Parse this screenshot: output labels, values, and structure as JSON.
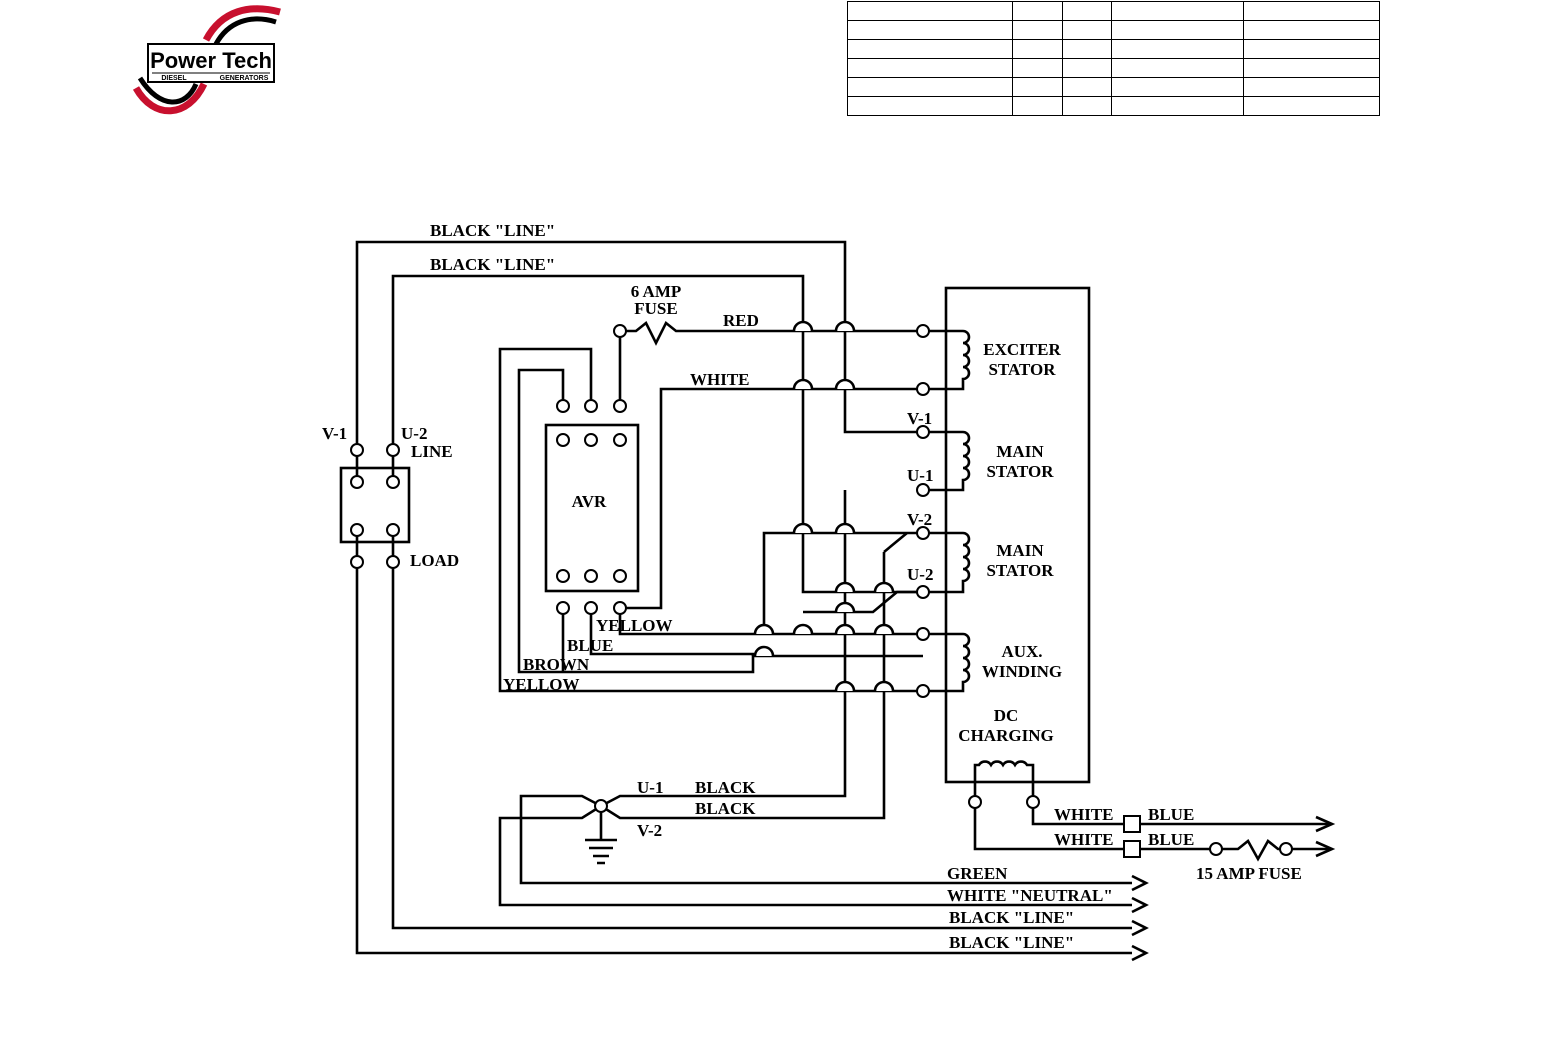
{
  "logo": {
    "brand": "Power Tech",
    "tagline_left": "DIESEL",
    "tagline_right": "GENERATORS",
    "colors": {
      "red": "#c8102e",
      "black": "#000000"
    }
  },
  "info_table": {
    "rows": 6,
    "cols": 5,
    "cells_empty": true
  },
  "diagram": {
    "wire_labels": {
      "black_line_top": "BLACK \"LINE\"",
      "black_line_top2": "BLACK \"LINE\"",
      "fuse_6_line1": "6 AMP",
      "fuse_6_line2": "FUSE",
      "red": "RED",
      "white": "WHITE",
      "yellow": "YELLOW",
      "blue": "BLUE",
      "brown": "BROWN",
      "yellow2": "YELLOW",
      "u1_black": "BLACK",
      "v2_black": "BLACK",
      "green": "GREEN",
      "white_neutral": "WHITE \"NEUTRAL\"",
      "black_line_out1": "BLACK \"LINE\"",
      "black_line_out2": "BLACK \"LINE\"",
      "dc_white1": "WHITE",
      "dc_white2": "WHITE",
      "dc_blue1": "BLUE",
      "dc_blue2": "BLUE",
      "fuse_15": "15 AMP FUSE"
    },
    "terminals": {
      "v1_breaker": "V-1",
      "u2_breaker": "U-2",
      "line": "LINE",
      "load": "LOAD",
      "v1": "V-1",
      "u1": "U-1",
      "v2": "V-2",
      "u2": "U-2",
      "gnd_u1": "U-1",
      "gnd_v2": "V-2"
    },
    "components": {
      "avr": "AVR",
      "exciter_line1": "EXCITER",
      "exciter_line2": "STATOR",
      "main1_line1": "MAIN",
      "main1_line2": "STATOR",
      "main2_line1": "MAIN",
      "main2_line2": "STATOR",
      "aux_line1": "AUX.",
      "aux_line2": "WINDING",
      "dc_line1": "DC",
      "dc_line2": "CHARGING"
    }
  }
}
